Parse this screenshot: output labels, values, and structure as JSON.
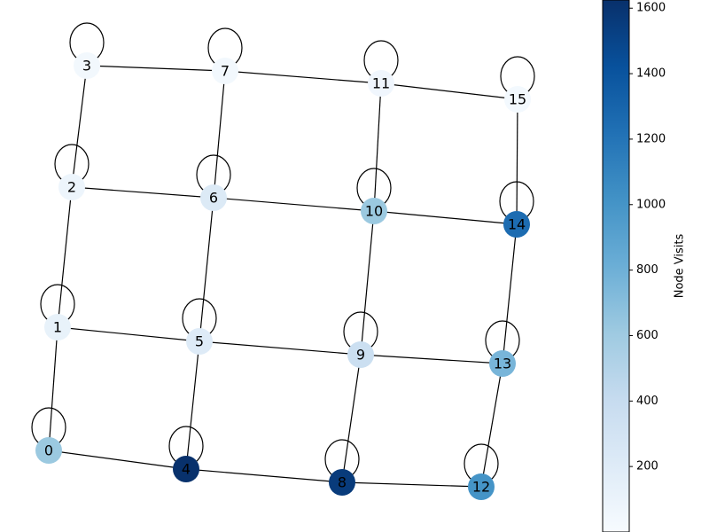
{
  "colorbar": {
    "label": "Node Visits",
    "min": 0,
    "max": 1625,
    "ticks": [
      200,
      400,
      600,
      800,
      1000,
      1200,
      1400,
      1600
    ],
    "tick_labels": [
      "200",
      "400",
      "600",
      "800",
      "1000",
      "1200",
      "1400",
      "1600"
    ],
    "colormap": "Blues",
    "colors": [
      "#f7fbff",
      "#deebf7",
      "#c6dbef",
      "#9ecae1",
      "#6baed6",
      "#4292c6",
      "#2171b5",
      "#08519c",
      "#08306b"
    ]
  },
  "nodes": [
    {
      "id": "0",
      "label": "0",
      "visits": 620
    },
    {
      "id": "1",
      "label": "1",
      "visits": 120
    },
    {
      "id": "2",
      "label": "2",
      "visits": 80
    },
    {
      "id": "3",
      "label": "3",
      "visits": 40
    },
    {
      "id": "4",
      "label": "4",
      "visits": 1620
    },
    {
      "id": "5",
      "label": "5",
      "visits": 200
    },
    {
      "id": "6",
      "label": "6",
      "visits": 220
    },
    {
      "id": "7",
      "label": "7",
      "visits": 40
    },
    {
      "id": "8",
      "label": "8",
      "visits": 1560
    },
    {
      "id": "9",
      "label": "9",
      "visits": 360
    },
    {
      "id": "10",
      "label": "10",
      "visits": 620
    },
    {
      "id": "11",
      "label": "11",
      "visits": 60
    },
    {
      "id": "12",
      "label": "12",
      "visits": 1000
    },
    {
      "id": "13",
      "label": "13",
      "visits": 760
    },
    {
      "id": "14",
      "label": "14",
      "visits": 1250
    },
    {
      "id": "15",
      "label": "15",
      "visits": 30
    }
  ],
  "edges": [
    [
      "0",
      "1"
    ],
    [
      "1",
      "2"
    ],
    [
      "2",
      "3"
    ],
    [
      "4",
      "5"
    ],
    [
      "5",
      "6"
    ],
    [
      "6",
      "7"
    ],
    [
      "8",
      "9"
    ],
    [
      "9",
      "10"
    ],
    [
      "10",
      "11"
    ],
    [
      "12",
      "13"
    ],
    [
      "13",
      "14"
    ],
    [
      "14",
      "15"
    ],
    [
      "0",
      "4"
    ],
    [
      "4",
      "8"
    ],
    [
      "8",
      "12"
    ],
    [
      "1",
      "5"
    ],
    [
      "5",
      "9"
    ],
    [
      "9",
      "13"
    ],
    [
      "2",
      "6"
    ],
    [
      "6",
      "10"
    ],
    [
      "10",
      "14"
    ],
    [
      "3",
      "7"
    ],
    [
      "7",
      "11"
    ],
    [
      "11",
      "15"
    ]
  ],
  "self_loops": [
    "0",
    "1",
    "2",
    "3",
    "4",
    "5",
    "6",
    "7",
    "8",
    "9",
    "10",
    "11",
    "12",
    "13",
    "14",
    "15"
  ]
}
